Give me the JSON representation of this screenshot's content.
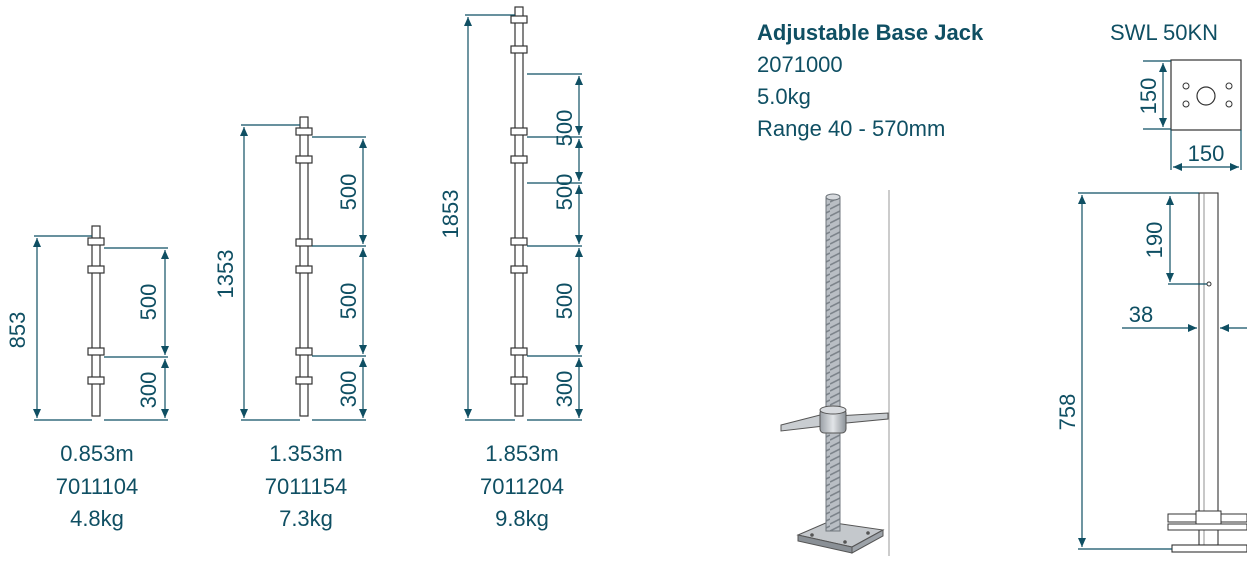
{
  "standards": [
    {
      "length": "0.853m",
      "code": "7011104",
      "weight": "4.8kg",
      "overall": "853",
      "spacings": [
        "500",
        "300"
      ]
    },
    {
      "length": "1.353m",
      "code": "7011154",
      "weight": "7.3kg",
      "overall": "1353",
      "spacings": [
        "500",
        "500",
        "300"
      ]
    },
    {
      "length": "1.853m",
      "code": "7011204",
      "weight": "9.8kg",
      "overall": "1853",
      "spacings": [
        "500",
        "500",
        "500",
        "300"
      ]
    }
  ],
  "base_jack": {
    "title": "Adjustable Base Jack",
    "code": "2071000",
    "weight": "5.0kg",
    "range": "Range 40 - 570mm",
    "swl": "SWL 50KN",
    "plate_height": "150",
    "plate_width": "150",
    "dim_190": "190",
    "dim_38": "38",
    "dim_758": "758"
  },
  "colors": {
    "dimension": "#0f4f63",
    "outline": "#333333",
    "steel": "#b7bcc2"
  }
}
